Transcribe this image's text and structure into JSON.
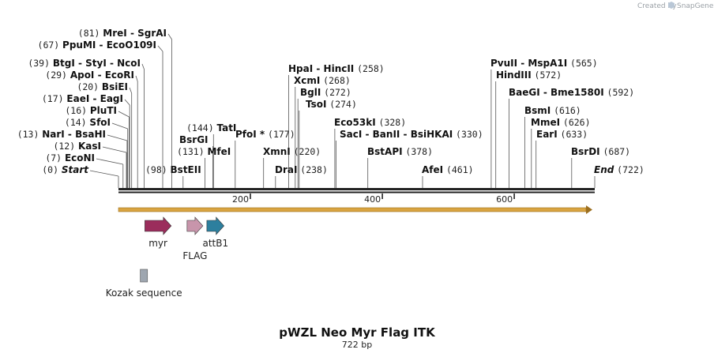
{
  "credit": {
    "prefix": "Created by",
    "brand": "SnapGene"
  },
  "map": {
    "name": "pWZL Neo Myr Flag ITK",
    "length_label": "722 bp",
    "length": 722
  },
  "ruler": {
    "ticks": [
      {
        "label": "200",
        "value": 200
      },
      {
        "label": "400",
        "value": 400
      },
      {
        "label": "600",
        "value": 600
      }
    ]
  },
  "sites": [
    {
      "label": "Start",
      "pos": "(0)",
      "at": 0,
      "italic": true
    },
    {
      "label": "EcoNI",
      "pos": "(7)",
      "at": 7
    },
    {
      "label": "KasI",
      "pos": "(12)",
      "at": 12
    },
    {
      "label": "NarI  - BsaHI",
      "pos": "(13)",
      "at": 13
    },
    {
      "label": "SfoI",
      "pos": "(14)",
      "at": 14
    },
    {
      "label": "PluTI",
      "pos": "(16)",
      "at": 16
    },
    {
      "label": "EaeI  - EagI",
      "pos": "(17)",
      "at": 17
    },
    {
      "label": "BsiEI",
      "pos": "(20)",
      "at": 20
    },
    {
      "label": "ApoI  - EcoRI",
      "pos": "(29)",
      "at": 29
    },
    {
      "label": "BtgI  - StyI  - NcoI",
      "pos": "(39)",
      "at": 39
    },
    {
      "label": "PpuMI  - EcoO109I",
      "pos": "(67)",
      "at": 67
    },
    {
      "label": "MreI  - SgrAI",
      "pos": "(81)",
      "at": 81
    },
    {
      "label": "BstEII",
      "pos": "(98)",
      "at": 98
    },
    {
      "label": "MfeI",
      "pos": "(131)",
      "at": 131
    },
    {
      "label": "BsrGI",
      "pos": "",
      "at": 143
    },
    {
      "label": "TatI",
      "pos": "(144)",
      "at": 144
    },
    {
      "label": "PfoI *",
      "pos": "(177)",
      "at": 177
    },
    {
      "label": "XmnI",
      "pos": "(220)",
      "at": 220
    },
    {
      "label": "DraI",
      "pos": "(238)",
      "at": 238
    },
    {
      "label": "TsoI",
      "pos": "(274)",
      "at": 274
    },
    {
      "label": "BglI",
      "pos": "(272)",
      "at": 272
    },
    {
      "label": "XcmI",
      "pos": "(268)",
      "at": 268
    },
    {
      "label": "HpaI  - HincII",
      "pos": "(258)",
      "at": 258
    },
    {
      "label": "Eco53kI",
      "pos": "(328)",
      "at": 328
    },
    {
      "label": "SacI  - BanII  - BsiHKAI",
      "pos": "(330)",
      "at": 330
    },
    {
      "label": "BstAPI",
      "pos": "(378)",
      "at": 378
    },
    {
      "label": "AfeI",
      "pos": "(461)",
      "at": 461
    },
    {
      "label": "PvuII  - MspA1I",
      "pos": "(565)",
      "at": 565
    },
    {
      "label": "HindIII",
      "pos": "(572)",
      "at": 572
    },
    {
      "label": "BaeGI  - Bme1580I",
      "pos": "(592)",
      "at": 592
    },
    {
      "label": "BsmI",
      "pos": "(616)",
      "at": 616
    },
    {
      "label": "MmeI",
      "pos": "(626)",
      "at": 626
    },
    {
      "label": "EarI",
      "pos": "(633)",
      "at": 633
    },
    {
      "label": "BsrDI",
      "pos": "(687)",
      "at": 687
    },
    {
      "label": "End",
      "pos": "(722)",
      "at": 722,
      "italic": true
    }
  ],
  "features": [
    {
      "name": "myr",
      "color": "#9b2d5c",
      "start": 40,
      "end": 80,
      "strand": "+"
    },
    {
      "name": "FLAG",
      "color": "#c895ab",
      "start": 104,
      "end": 128,
      "strand": "+"
    },
    {
      "name": "attB1",
      "color": "#2d7f9e",
      "start": 134,
      "end": 160,
      "strand": "+"
    },
    {
      "name": "Kozak sequence",
      "color": "#9ea6b0",
      "start": 33,
      "end": 44,
      "strand": "none"
    }
  ],
  "colors": {
    "backbone": "#222222",
    "orf_arrow": "#d9a441",
    "leader": "#555555"
  }
}
